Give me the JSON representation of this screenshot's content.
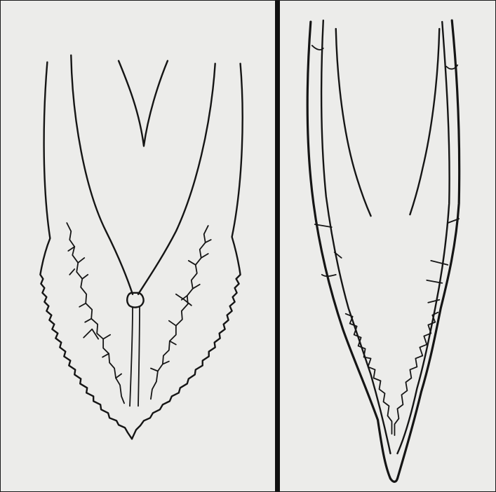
{
  "figure": {
    "panels": [
      {
        "id": "left",
        "subject": "spine-tipped-tooth-outline"
      },
      {
        "id": "right",
        "subject": "hollow-tooth-outline"
      }
    ],
    "colors": {
      "background": "#ececea",
      "ink": "#151515",
      "divider": "#111111"
    }
  }
}
